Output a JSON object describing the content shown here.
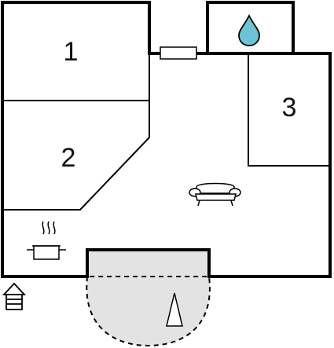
{
  "rooms": [
    {
      "id": "bedroom-1",
      "label": "1"
    },
    {
      "id": "bedroom-2",
      "label": "2"
    },
    {
      "id": "bedroom-3",
      "label": "3"
    }
  ],
  "icons": {
    "bathroom": "water-drop-icon",
    "hallway": "window-icon",
    "living": "sofa-icon",
    "kitchen": "cooking-pot-icon",
    "entrance": "entrance-house-icon",
    "terrace": "compass-north-icon"
  },
  "colors": {
    "wall": "#000000",
    "terrace_fill": "#e3e3e3",
    "water": "#6cc3d5"
  }
}
